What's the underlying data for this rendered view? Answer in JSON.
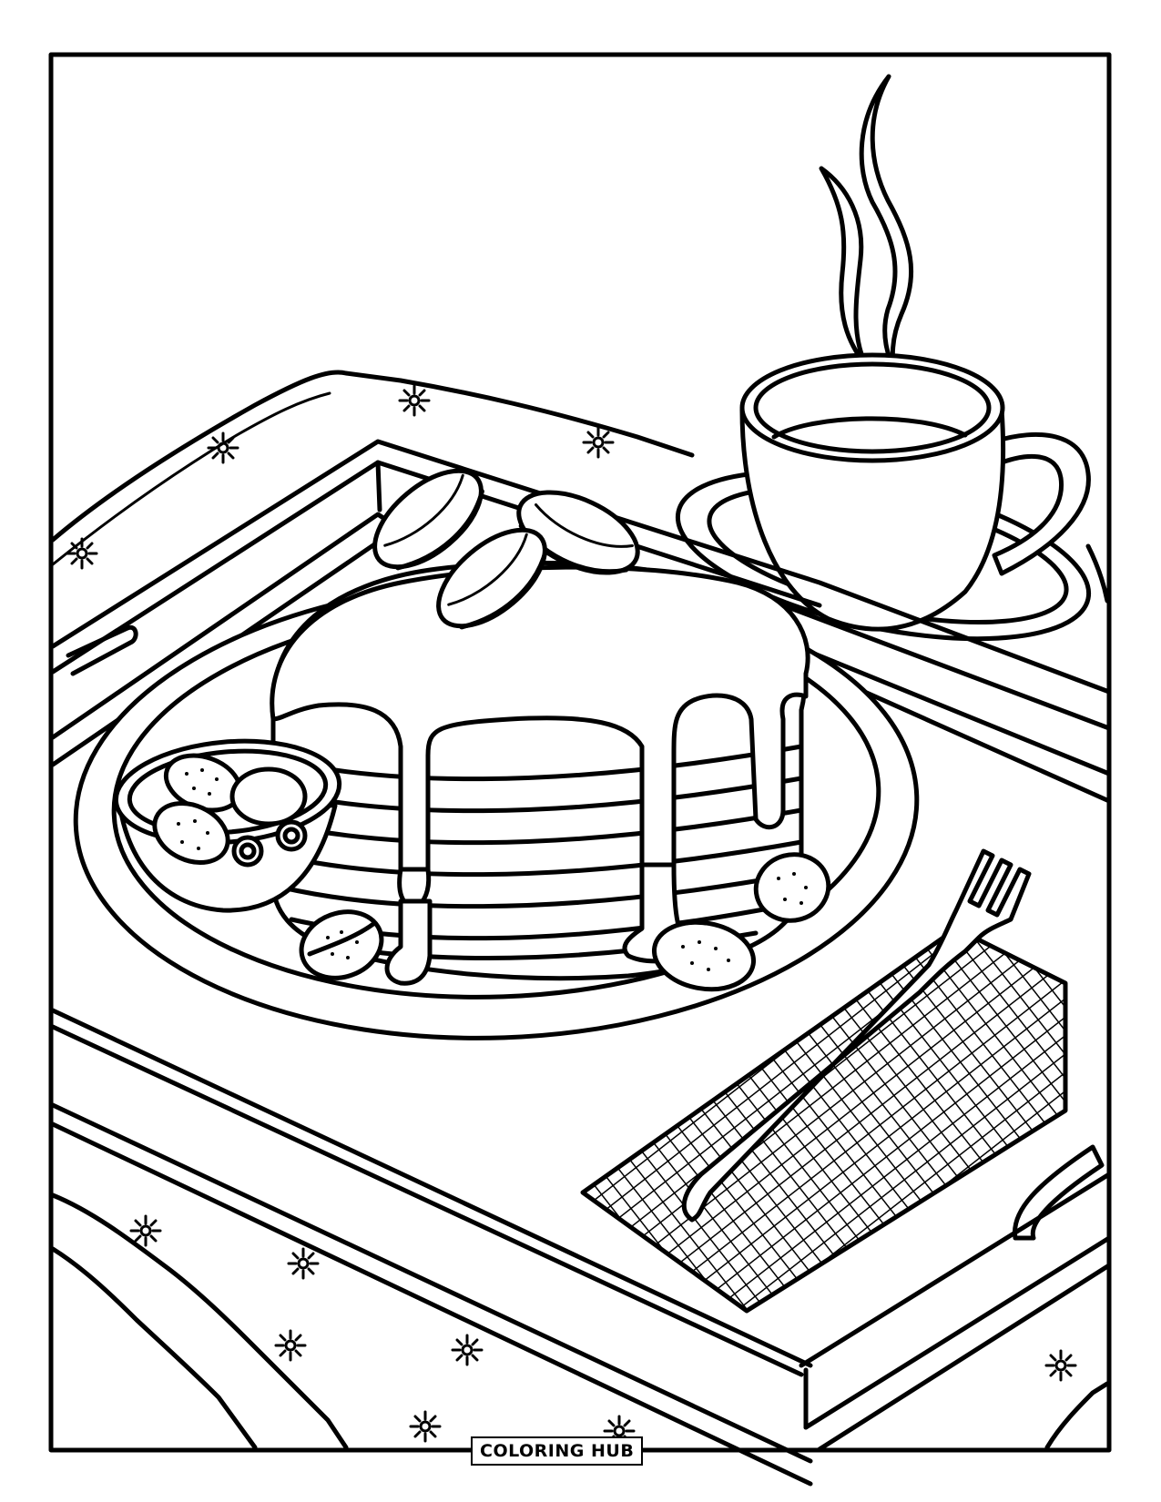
{
  "page": {
    "type": "coloring-page",
    "subject": "Breakfast tray with pancakes, bowl of berries, cup of coffee and fork",
    "watermark": "COLORING HUB",
    "colors": {
      "line": "#000000",
      "background": "#ffffff"
    }
  },
  "illustration": {
    "elements": [
      {
        "name": "steam",
        "count": 2
      },
      {
        "name": "coffee-cup"
      },
      {
        "name": "saucer"
      },
      {
        "name": "tray"
      },
      {
        "name": "plate"
      },
      {
        "name": "pancake-stack",
        "layers": 9
      },
      {
        "name": "banana-slices",
        "count": 3
      },
      {
        "name": "syrup-drips"
      },
      {
        "name": "berry-bowl"
      },
      {
        "name": "strawberry-halves",
        "count": 3
      },
      {
        "name": "checkered-napkin"
      },
      {
        "name": "fork"
      },
      {
        "name": "tablecloth-with-stars"
      }
    ]
  }
}
